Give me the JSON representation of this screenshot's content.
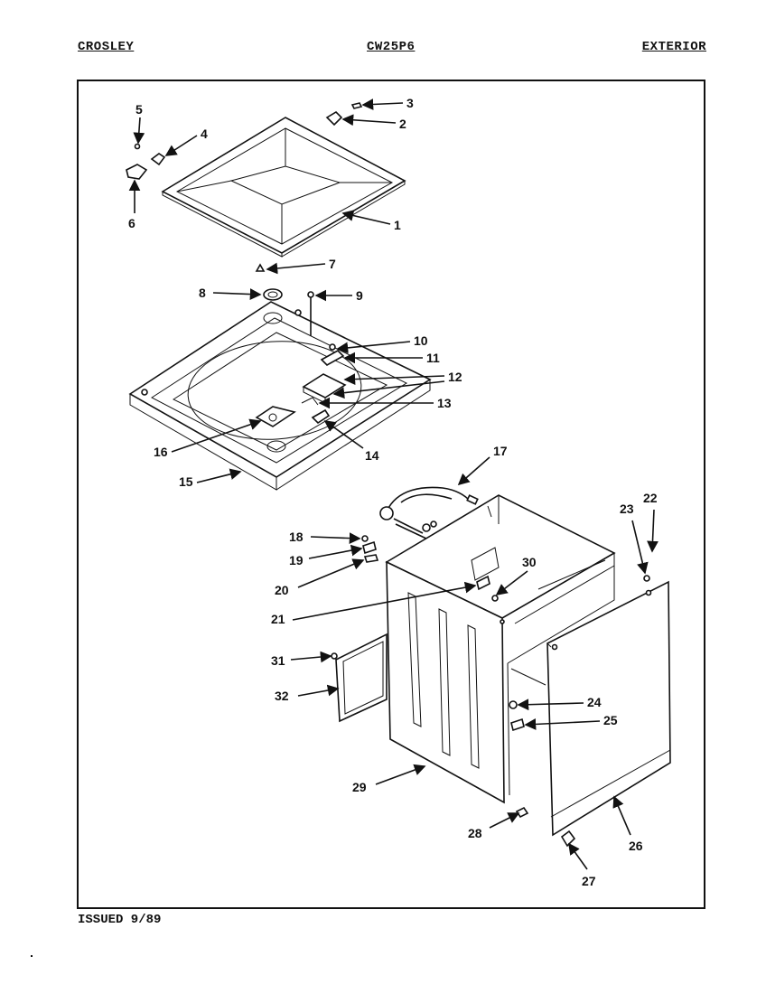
{
  "header": {
    "brand": "CROSLEY",
    "model": "CW25P6",
    "section": "EXTERIOR"
  },
  "footer": {
    "issued": "ISSUED 9/89"
  },
  "callouts": [
    {
      "id": "c1",
      "label": "1"
    },
    {
      "id": "c2",
      "label": "2"
    },
    {
      "id": "c3",
      "label": "3"
    },
    {
      "id": "c4",
      "label": "4"
    },
    {
      "id": "c5",
      "label": "5"
    },
    {
      "id": "c6",
      "label": "6"
    },
    {
      "id": "c7",
      "label": "7"
    },
    {
      "id": "c8",
      "label": "8"
    },
    {
      "id": "c9",
      "label": "9"
    },
    {
      "id": "c10",
      "label": "10"
    },
    {
      "id": "c11",
      "label": "11"
    },
    {
      "id": "c12",
      "label": "12"
    },
    {
      "id": "c13",
      "label": "13"
    },
    {
      "id": "c14",
      "label": "14"
    },
    {
      "id": "c15",
      "label": "15"
    },
    {
      "id": "c16",
      "label": "16"
    },
    {
      "id": "c17",
      "label": "17"
    },
    {
      "id": "c18",
      "label": "18"
    },
    {
      "id": "c19",
      "label": "19"
    },
    {
      "id": "c20",
      "label": "20"
    },
    {
      "id": "c21",
      "label": "21"
    },
    {
      "id": "c22",
      "label": "22"
    },
    {
      "id": "c23",
      "label": "23"
    },
    {
      "id": "c24",
      "label": "24"
    },
    {
      "id": "c25",
      "label": "25"
    },
    {
      "id": "c26",
      "label": "26"
    },
    {
      "id": "c27",
      "label": "27"
    },
    {
      "id": "c28",
      "label": "28"
    },
    {
      "id": "c29",
      "label": "29"
    },
    {
      "id": "c30",
      "label": "30"
    },
    {
      "id": "c31",
      "label": "31"
    },
    {
      "id": "c32",
      "label": "32"
    }
  ]
}
